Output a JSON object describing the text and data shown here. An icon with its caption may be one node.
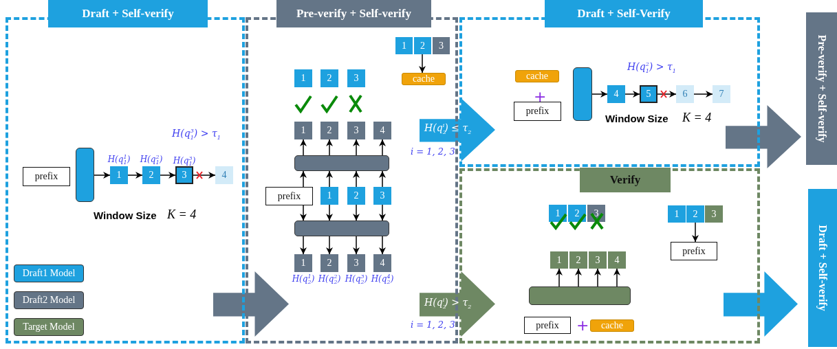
{
  "diagram": {
    "nodes": [
      {
        "text": [
          "Draft + Self-verify"
        ]
      },
      {
        "text": [
          "prefix"
        ],
        "in": 0
      },
      {
        "text": [],
        "shape": "box",
        "in": 0
      },
      {
        "text": [
          "1"
        ],
        "in": 0,
        "beside": [
          "H(q$_{1}$$^{1}$)"
        ]
      },
      {
        "text": [
          "2"
        ],
        "in": 0,
        "beside": [
          "H(q$_{1}$$^{2}$)"
        ]
      },
      {
        "text": [
          "3"
        ],
        "in": 0,
        "beside": [
          "H(q$_{1}$$^{3}$)"
        ]
      },
      {
        "text": [
          "4"
        ],
        "in": 0
      },
      {
        "text": [
          "Pre-verify + Self-verify"
        ]
      },
      {
        "text": [
          "1"
        ],
        "in": 7
      },
      {
        "text": [
          "2"
        ],
        "in": 7
      },
      {
        "text": [
          "3"
        ],
        "in": 7
      },
      {
        "text": [
          "cache"
        ],
        "in": 7
      },
      {
        "text": [
          "1"
        ],
        "in": 7
      },
      {
        "text": [
          "2"
        ],
        "in": 7
      },
      {
        "text": [
          "3"
        ],
        "in": 7
      },
      {
        "text": [
          "1"
        ],
        "in": 7
      },
      {
        "text": [
          "2"
        ],
        "in": 7
      },
      {
        "text": [
          "3"
        ],
        "in": 7
      },
      {
        "text": [
          "4"
        ],
        "in": 7
      },
      {
        "text": [],
        "shape": "box",
        "in": 7
      },
      {
        "text": [
          "prefix"
        ],
        "in": 7
      },
      {
        "text": [
          "1"
        ],
        "in": 7
      },
      {
        "text": [
          "2"
        ],
        "in": 7
      },
      {
        "text": [
          "3"
        ],
        "in": 7
      },
      {
        "text": [],
        "shape": "box",
        "in": 7
      },
      {
        "text": [
          "1"
        ],
        "in": 7,
        "beside": [
          "H(q$_{2}$$^{1}$)"
        ]
      },
      {
        "text": [
          "2"
        ],
        "in": 7,
        "beside": [
          "H(q$_{2}$$^{2}$)"
        ]
      },
      {
        "text": [
          "3"
        ],
        "in": 7,
        "beside": [
          "H(q$_{2}$$^{3}$)"
        ]
      },
      {
        "text": [
          "4"
        ],
        "in": 7,
        "beside": [
          "H(q$_{2}$$^{4}$)"
        ]
      },
      {
        "text": [
          "Draft + Self-Verify"
        ]
      },
      {
        "text": [
          "cache"
        ],
        "in": 29
      },
      {
        "text": [
          "prefix"
        ],
        "in": 29
      },
      {
        "text": [],
        "shape": "box",
        "in": 29
      },
      {
        "text": [
          "4"
        ],
        "in": 29
      },
      {
        "text": [
          "5"
        ],
        "in": 29
      },
      {
        "text": [
          "6"
        ],
        "in": 29
      },
      {
        "text": [
          "7"
        ],
        "in": 29
      },
      {
        "text": [
          "Verify"
        ]
      },
      {
        "text": [
          "1"
        ],
        "in": 37
      },
      {
        "text": [
          "2"
        ],
        "in": 37
      },
      {
        "text": [
          "3"
        ],
        "in": 37
      },
      {
        "text": [
          "1"
        ],
        "in": 37
      },
      {
        "text": [
          "2"
        ],
        "in": 37
      },
      {
        "text": [
          "3"
        ],
        "in": 37
      },
      {
        "text": [
          "4"
        ],
        "in": 37
      },
      {
        "text": [],
        "shape": "box",
        "in": 37
      },
      {
        "text": [
          "prefix"
        ],
        "in": 37
      },
      {
        "text": [
          "cache"
        ],
        "in": 37
      },
      {
        "text": [
          "1"
        ],
        "in": 37
      },
      {
        "text": [
          "2"
        ],
        "in": 37
      },
      {
        "text": [
          "3"
        ],
        "in": 37
      },
      {
        "text": [
          "prefix"
        ],
        "in": 37
      },
      {
        "text": [
          "Pre-verify + Self-verify"
        ]
      },
      {
        "text": [
          "Draft + Self-verify"
        ]
      }
    ],
    "edges": [
      {
        "from": 2,
        "to": 3,
        "arrow": "to"
      },
      {
        "from": 3,
        "to": 4,
        "arrow": "to"
      },
      {
        "from": 4,
        "to": 5,
        "arrow": "to"
      },
      {
        "from": 5,
        "to": 6,
        "arrow": "to"
      },
      {
        "from": 9,
        "to": 11,
        "arrow": "to"
      },
      {
        "from": 19,
        "to": 15,
        "arrow": "to"
      },
      {
        "from": 19,
        "to": 16,
        "arrow": "to"
      },
      {
        "from": 19,
        "to": 17,
        "arrow": "to"
      },
      {
        "from": 19,
        "to": 18,
        "arrow": "to"
      },
      {
        "from": 20,
        "to": 19,
        "arrow": "to"
      },
      {
        "from": 21,
        "to": 19,
        "arrow": "to"
      },
      {
        "from": 22,
        "to": 19,
        "arrow": "to"
      },
      {
        "from": 23,
        "to": 19,
        "arrow": "to"
      },
      {
        "from": 20,
        "to": 24,
        "arrow": "to"
      },
      {
        "from": 21,
        "to": 24,
        "arrow": "to"
      },
      {
        "from": 22,
        "to": 24,
        "arrow": "to"
      },
      {
        "from": 23,
        "to": 24,
        "arrow": "to"
      },
      {
        "from": 24,
        "to": 25,
        "arrow": "to"
      },
      {
        "from": 24,
        "to": 26,
        "arrow": "to"
      },
      {
        "from": 24,
        "to": 27,
        "arrow": "to"
      },
      {
        "from": 24,
        "to": 28,
        "arrow": "to"
      },
      {
        "from": 32,
        "to": 33,
        "arrow": "to"
      },
      {
        "from": 33,
        "to": 34,
        "arrow": "to"
      },
      {
        "from": 34,
        "to": 35,
        "arrow": "to"
      },
      {
        "from": 35,
        "to": 36,
        "arrow": "to"
      },
      {
        "from": 45,
        "to": 41,
        "arrow": "to"
      },
      {
        "from": 45,
        "to": 42,
        "arrow": "to"
      },
      {
        "from": 45,
        "to": 43,
        "arrow": "to"
      },
      {
        "from": 45,
        "to": 44,
        "arrow": "to"
      },
      {
        "from": 49,
        "to": 51,
        "arrow": "to"
      },
      {
        "from": 0,
        "to": 7,
        "arrow": "to",
        "style": "thick",
        "color": "#647587"
      },
      {
        "from": 7,
        "to": 29,
        "arrow": "to",
        "label": "H(q$_{2}$$^{i}$) ≤ τ$_{2}$",
        "style": "thick",
        "color": "#1ea1df"
      },
      {
        "from": 7,
        "to": 37,
        "arrow": "to",
        "label": "H(q$_{2}$$^{i}$) > τ$_{2}$",
        "style": "thick",
        "color": "#6e8863"
      },
      {
        "from": 29,
        "to": 52,
        "arrow": "to",
        "style": "thick",
        "color": "#647587"
      },
      {
        "from": 37,
        "to": 53,
        "arrow": "to",
        "style": "thick",
        "color": "#1ea1df"
      }
    ],
    "labels": [
      "H(q$_{1}$$^{3}$) > τ$_{1}$",
      "Window Size",
      "K = 4",
      "+",
      "H(q$_{1}$$^{2}$) > τ$_{1}$",
      "Window Size",
      "K = 4",
      "+",
      "i = 1, 2, 3",
      "i = 1, 2, 3"
    ],
    "legend": [
      {
        "text": "Draft1 Model",
        "color": "#1ea1df"
      },
      {
        "text": "Draft2 Model",
        "color": "#647587"
      },
      {
        "text": "Target Model",
        "color": "#6e8863"
      }
    ]
  }
}
